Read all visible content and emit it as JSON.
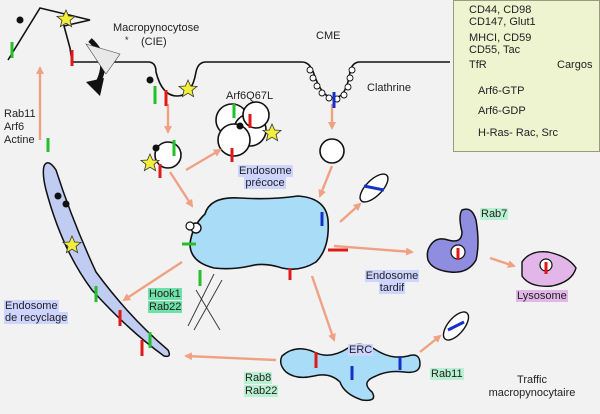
{
  "labels": {
    "macropino": "Macropynocytose",
    "cie": "(CIE)",
    "star_mark": "*",
    "cme": "CME",
    "clathrine": "Clathrine",
    "arf6q67l": "Arf6Q67L",
    "endosome_precoce_1": "Endosome",
    "endosome_precoce_2": "précoce",
    "rab11_arf6_actine_1": "Rab11",
    "rab11_arf6_actine_2": "Arf6",
    "rab11_arf6_actine_3": "Actine",
    "rab7": "Rab7",
    "endosome_tardif_1": "Endosome",
    "endosome_tardif_2": "tardif",
    "lysosome": "Lysosome",
    "hook1": "Hook1",
    "rab22_a": "Rab22",
    "endosome_recyclage_1": "Endosome",
    "endosome_recyclage_2": "de recyclage",
    "erc": "ERC",
    "rab11": "Rab11",
    "rab8": "Rab8",
    "rab22_b": "Rab22",
    "traffic_1": "Traffic",
    "traffic_2": "macropynocytaire"
  },
  "legend": {
    "green_text_1": "CD44, CD98",
    "green_text_2": "CD147, Glut1",
    "red_text_1": "MHCI, CD59",
    "red_text_2": "CD55, Tac",
    "blue_text": "TfR",
    "cargos_title": "Cargos",
    "gtp": "Arf6-GTP",
    "gdp": "Arf6-GDP",
    "star": "H-Ras- Rac, Src"
  },
  "colors": {
    "green": "#22c02a",
    "red": "#e01818",
    "blue": "#1530c8",
    "organelle_fill": "#a9dcf7",
    "late_fill": "#8e8de0",
    "lyso_fill": "#e2b6e8",
    "arrow": "#f0a184",
    "star": "#f2ee3a"
  },
  "icons": [
    "arf6-gtp-dot-icon",
    "arf6-gdp-circle-icon",
    "ras-star-icon",
    "actin-filament-icon"
  ]
}
